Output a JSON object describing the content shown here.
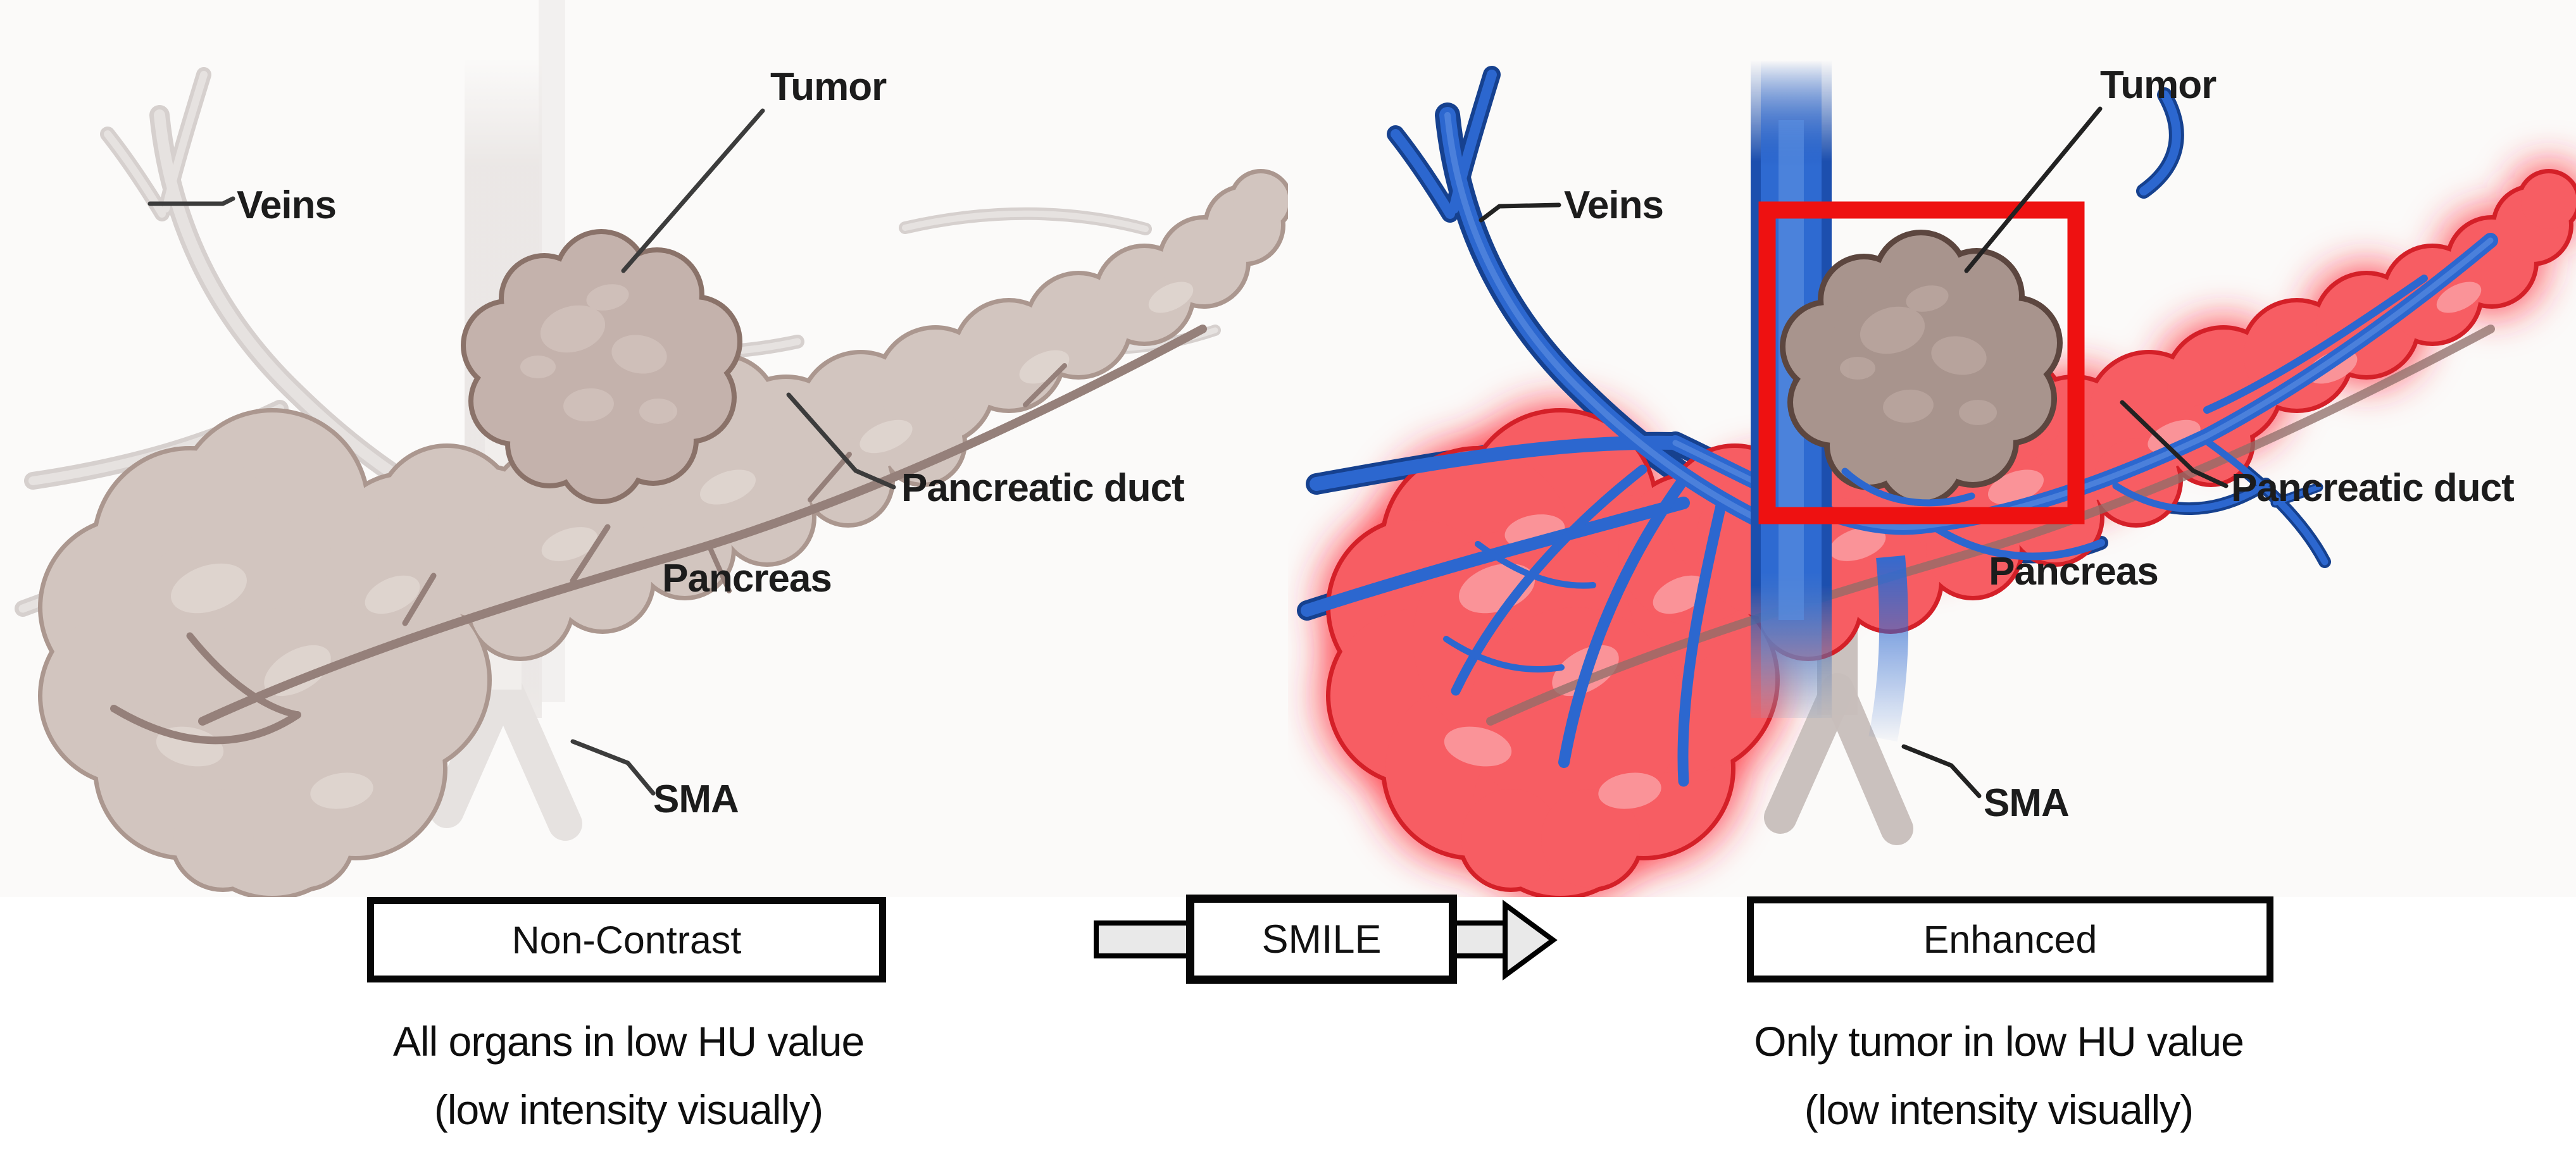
{
  "figure": {
    "left_panel": {
      "title": "Non-Contrast",
      "labels": {
        "tumor": "Tumor",
        "veins": "Veins",
        "pancreatic_duct": "Pancreatic duct",
        "pancreas": "Pancreas",
        "sma": "SMA"
      },
      "caption": {
        "line1": "All organs in low HU value",
        "line2": "(low intensity visually)"
      }
    },
    "right_panel": {
      "title": "Enhanced",
      "labels": {
        "tumor": "Tumor",
        "veins": "Veins",
        "pancreatic_duct": "Pancreatic duct",
        "pancreas": "Pancreas",
        "sma": "SMA"
      },
      "caption": {
        "line1": "Only tumor in low HU value",
        "line2": "(low intensity visually)"
      }
    },
    "transform_box": {
      "label": "SMILE"
    },
    "colors": {
      "tumor_highlight_box": "#ee1111",
      "noncontrast_organ": "#cfc2bc",
      "enhanced_organ": "#f95b60",
      "vein_blue": "#2c67cf",
      "tumor_gray": "#a8948d",
      "arrow_fill": "#e9e9e9",
      "text": "#111111"
    }
  }
}
